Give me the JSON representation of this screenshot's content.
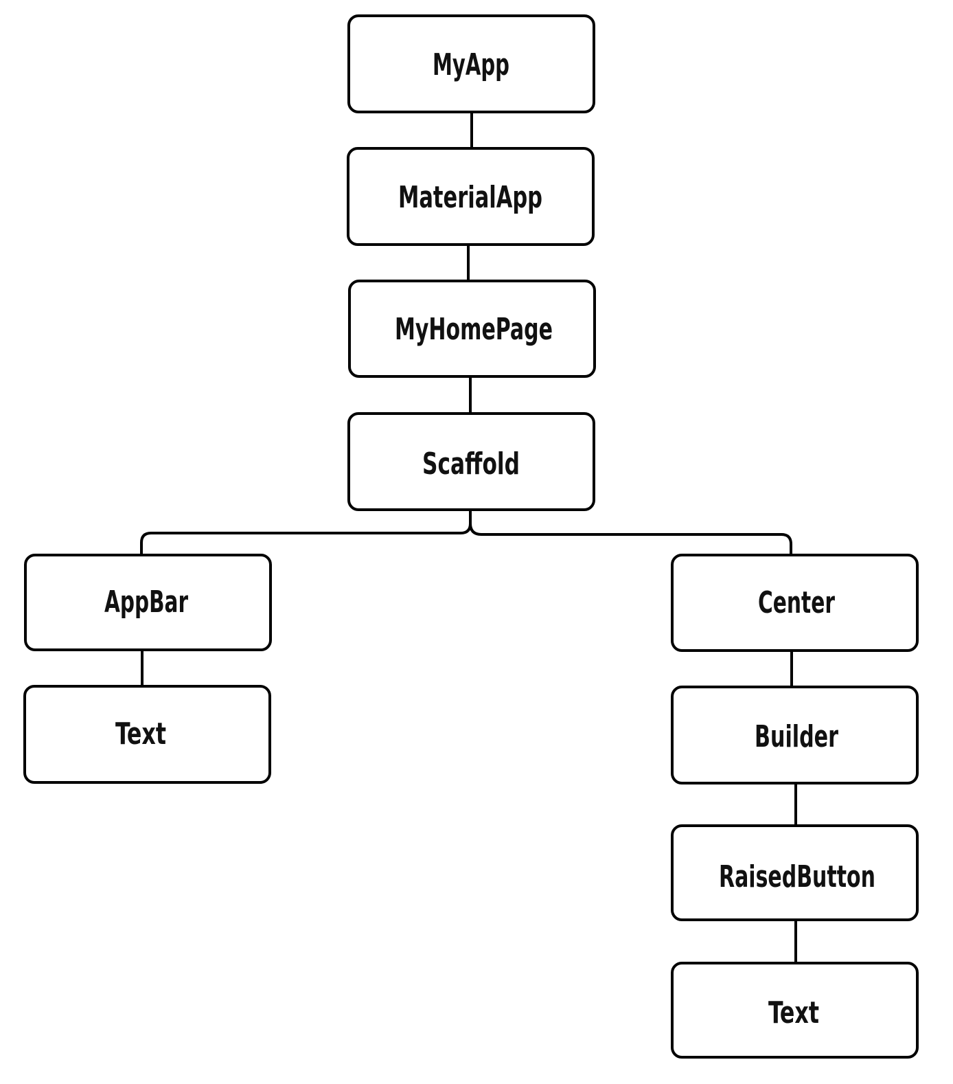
{
  "colors": {
    "background": "#ffffff",
    "stroke": "#000000",
    "text": "#111111"
  },
  "nodes": {
    "myapp": "MyApp",
    "materialapp": "MaterialApp",
    "myhomepage": "MyHomePage",
    "scaffold": "Scaffold",
    "appbar": "AppBar",
    "appbar_text": "Text",
    "center": "Center",
    "builder": "Builder",
    "raisedbutton": "RaisedButton",
    "button_text": "Text"
  },
  "edges": [
    [
      "myapp",
      "materialapp"
    ],
    [
      "materialapp",
      "myhomepage"
    ],
    [
      "myhomepage",
      "scaffold"
    ],
    [
      "scaffold",
      "appbar"
    ],
    [
      "scaffold",
      "center"
    ],
    [
      "appbar",
      "appbar_text"
    ],
    [
      "center",
      "builder"
    ],
    [
      "builder",
      "raisedbutton"
    ],
    [
      "raisedbutton",
      "button_text"
    ]
  ]
}
